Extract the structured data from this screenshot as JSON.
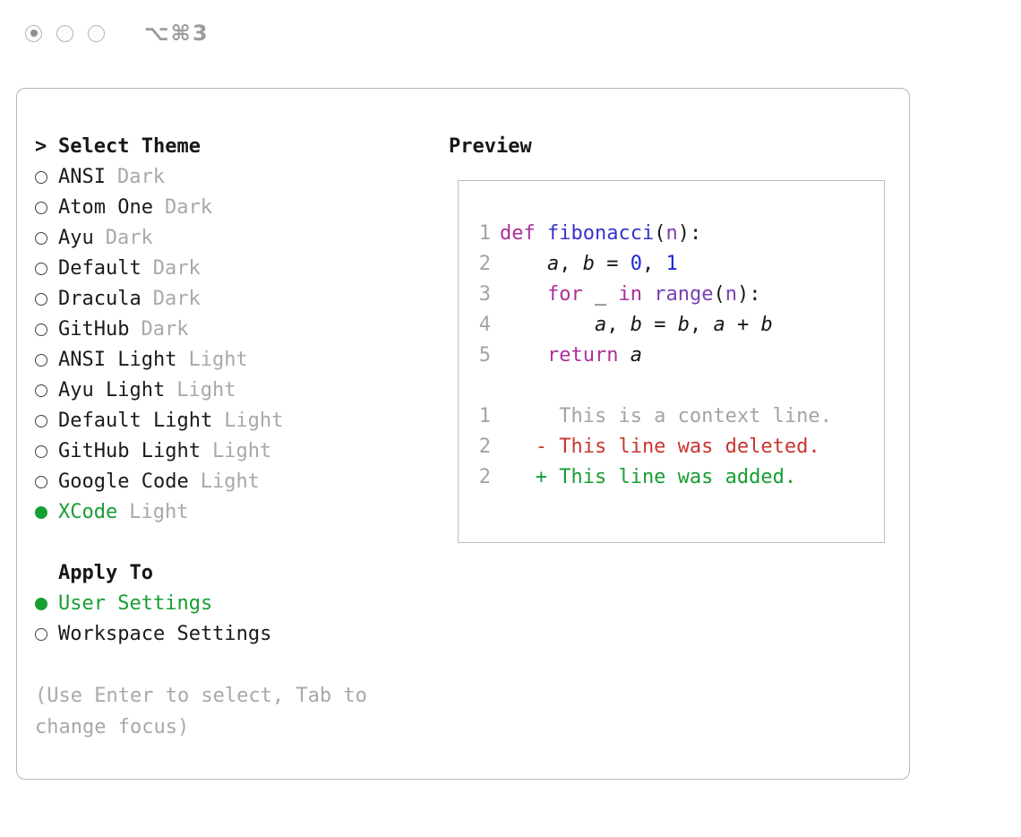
{
  "window": {
    "shortcut_label": "⌥⌘3"
  },
  "colors": {
    "accent_green": "#169e32",
    "text": "#17171a",
    "muted": "#a8a8ad",
    "panel_border": "#b3b9bf"
  },
  "theme_selector": {
    "title_prefix": ">",
    "title": "Select Theme",
    "items": [
      {
        "name": "ANSI",
        "variant": "Dark",
        "selected": false
      },
      {
        "name": "Atom One",
        "variant": "Dark",
        "selected": false
      },
      {
        "name": "Ayu",
        "variant": "Dark",
        "selected": false
      },
      {
        "name": "Default",
        "variant": "Dark",
        "selected": false
      },
      {
        "name": "Dracula",
        "variant": "Dark",
        "selected": false
      },
      {
        "name": "GitHub",
        "variant": "Dark",
        "selected": false
      },
      {
        "name": "ANSI Light",
        "variant": "Light",
        "selected": false
      },
      {
        "name": "Ayu Light",
        "variant": "Light",
        "selected": false
      },
      {
        "name": "Default Light",
        "variant": "Light",
        "selected": false
      },
      {
        "name": "GitHub Light",
        "variant": "Light",
        "selected": false
      },
      {
        "name": "Google Code",
        "variant": "Light",
        "selected": false
      },
      {
        "name": "XCode",
        "variant": "Light",
        "selected": true
      }
    ],
    "apply_to_title": "Apply To",
    "apply_options": [
      {
        "label": "User Settings",
        "selected": true
      },
      {
        "label": "Workspace Settings",
        "selected": false
      }
    ],
    "hint": "(Use Enter to select, Tab to change focus)"
  },
  "preview": {
    "title": "Preview",
    "palette": {
      "keyword": "#ad309c",
      "function": "#3733cd",
      "number": "#1b2ad0",
      "call": "#7a3fb5",
      "param": "#7a3fb5",
      "plain": "#17171a",
      "muted": "#a3a3a8",
      "red": "#c9362e",
      "green": "#169e32"
    },
    "code_lines": [
      {
        "num": "1",
        "tokens": [
          {
            "t": "def ",
            "c": "keyword"
          },
          {
            "t": "fibonacci",
            "c": "function"
          },
          {
            "t": "(",
            "c": "plain"
          },
          {
            "t": "n",
            "c": "param"
          },
          {
            "t": "):",
            "c": "plain"
          }
        ]
      },
      {
        "num": "2",
        "tokens": [
          {
            "t": "    ",
            "c": "plain"
          },
          {
            "t": "a",
            "c": "plain",
            "i": true
          },
          {
            "t": ", ",
            "c": "plain"
          },
          {
            "t": "b",
            "c": "plain",
            "i": true
          },
          {
            "t": " = ",
            "c": "plain"
          },
          {
            "t": "0",
            "c": "number"
          },
          {
            "t": ", ",
            "c": "plain"
          },
          {
            "t": "1",
            "c": "number"
          }
        ]
      },
      {
        "num": "3",
        "tokens": [
          {
            "t": "    ",
            "c": "plain"
          },
          {
            "t": "for",
            "c": "keyword"
          },
          {
            "t": " _ ",
            "c": "plain"
          },
          {
            "t": "in",
            "c": "keyword"
          },
          {
            "t": " ",
            "c": "plain"
          },
          {
            "t": "range",
            "c": "call"
          },
          {
            "t": "(",
            "c": "plain"
          },
          {
            "t": "n",
            "c": "param"
          },
          {
            "t": "):",
            "c": "plain"
          }
        ]
      },
      {
        "num": "4",
        "tokens": [
          {
            "t": "        ",
            "c": "plain"
          },
          {
            "t": "a",
            "c": "plain",
            "i": true
          },
          {
            "t": ", ",
            "c": "plain"
          },
          {
            "t": "b",
            "c": "plain",
            "i": true
          },
          {
            "t": " = ",
            "c": "plain"
          },
          {
            "t": "b",
            "c": "plain",
            "i": true
          },
          {
            "t": ", ",
            "c": "plain"
          },
          {
            "t": "a",
            "c": "plain",
            "i": true
          },
          {
            "t": " + ",
            "c": "plain"
          },
          {
            "t": "b",
            "c": "plain",
            "i": true
          }
        ]
      },
      {
        "num": "5",
        "tokens": [
          {
            "t": "    ",
            "c": "plain"
          },
          {
            "t": "return",
            "c": "keyword"
          },
          {
            "t": " ",
            "c": "plain"
          },
          {
            "t": "a",
            "c": "plain",
            "i": true
          }
        ]
      }
    ],
    "diff_lines": [
      {
        "num": "1",
        "text": "     This is a context line.",
        "c": "muted"
      },
      {
        "num": "2",
        "text": "   - This line was deleted.",
        "c": "red"
      },
      {
        "num": "2",
        "text": "   + This line was added.",
        "c": "green"
      }
    ]
  }
}
